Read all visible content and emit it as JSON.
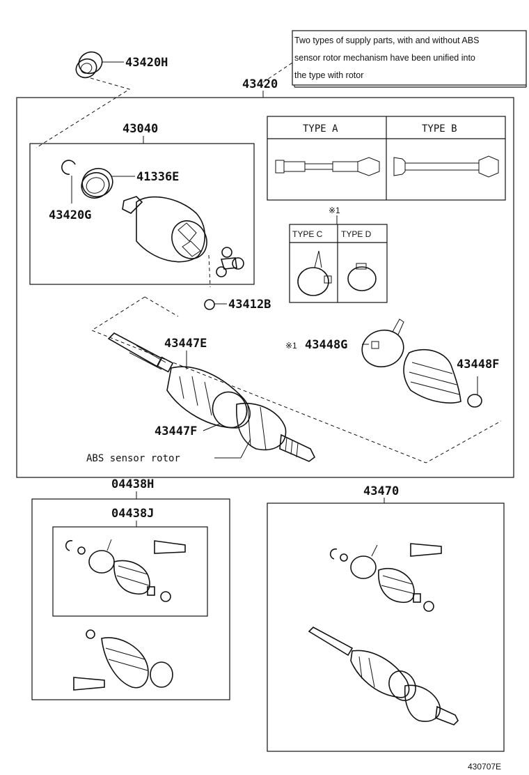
{
  "note": {
    "line1": "Two types of supply parts, with and without ABS",
    "line2": "sensor rotor mechanism have been unified into",
    "line3": "the type with rotor"
  },
  "labels": {
    "p43420H": "43420H",
    "p43420": "43420",
    "p43040": "43040",
    "p41336E": "41336E",
    "p43420G": "43420G",
    "p43412B": "43412B",
    "p43447E": "43447E",
    "p43447F": "43447F",
    "abs_rotor": "ABS sensor rotor",
    "p43448G": "43448G",
    "p43448F": "43448F",
    "mark1_a": "※1",
    "mark1_b": "※1",
    "p04438H": "04438H",
    "p04438J": "04438J",
    "p43470": "43470"
  },
  "types": {
    "a": "TYPE A",
    "b": "TYPE B",
    "c": "TYPE C",
    "d": "TYPE D"
  },
  "figure_ref": "430707E"
}
